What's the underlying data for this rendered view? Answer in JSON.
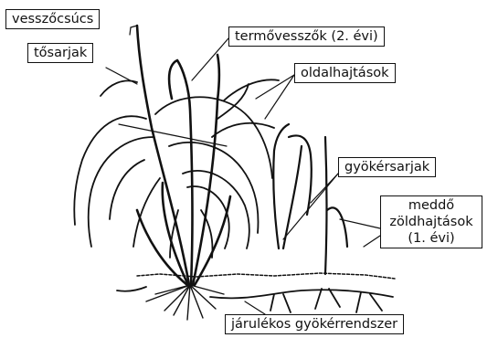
{
  "labels": {
    "shoot_tip": "vesszőcsúcs",
    "base_suckers": "tősarjak",
    "fruiting_canes": "termővesszők (2. évi)",
    "side_shoots": "oldalhajtások",
    "root_suckers": "gyökérsarjak",
    "green_shoots_line1": "meddő",
    "green_shoots_line2": "zöldhajtások",
    "green_shoots_line3": "(1. évi)",
    "root_system": "járulékos gyökérrendszer"
  },
  "colors": {
    "ink": "#111111",
    "background": "#ffffff"
  }
}
